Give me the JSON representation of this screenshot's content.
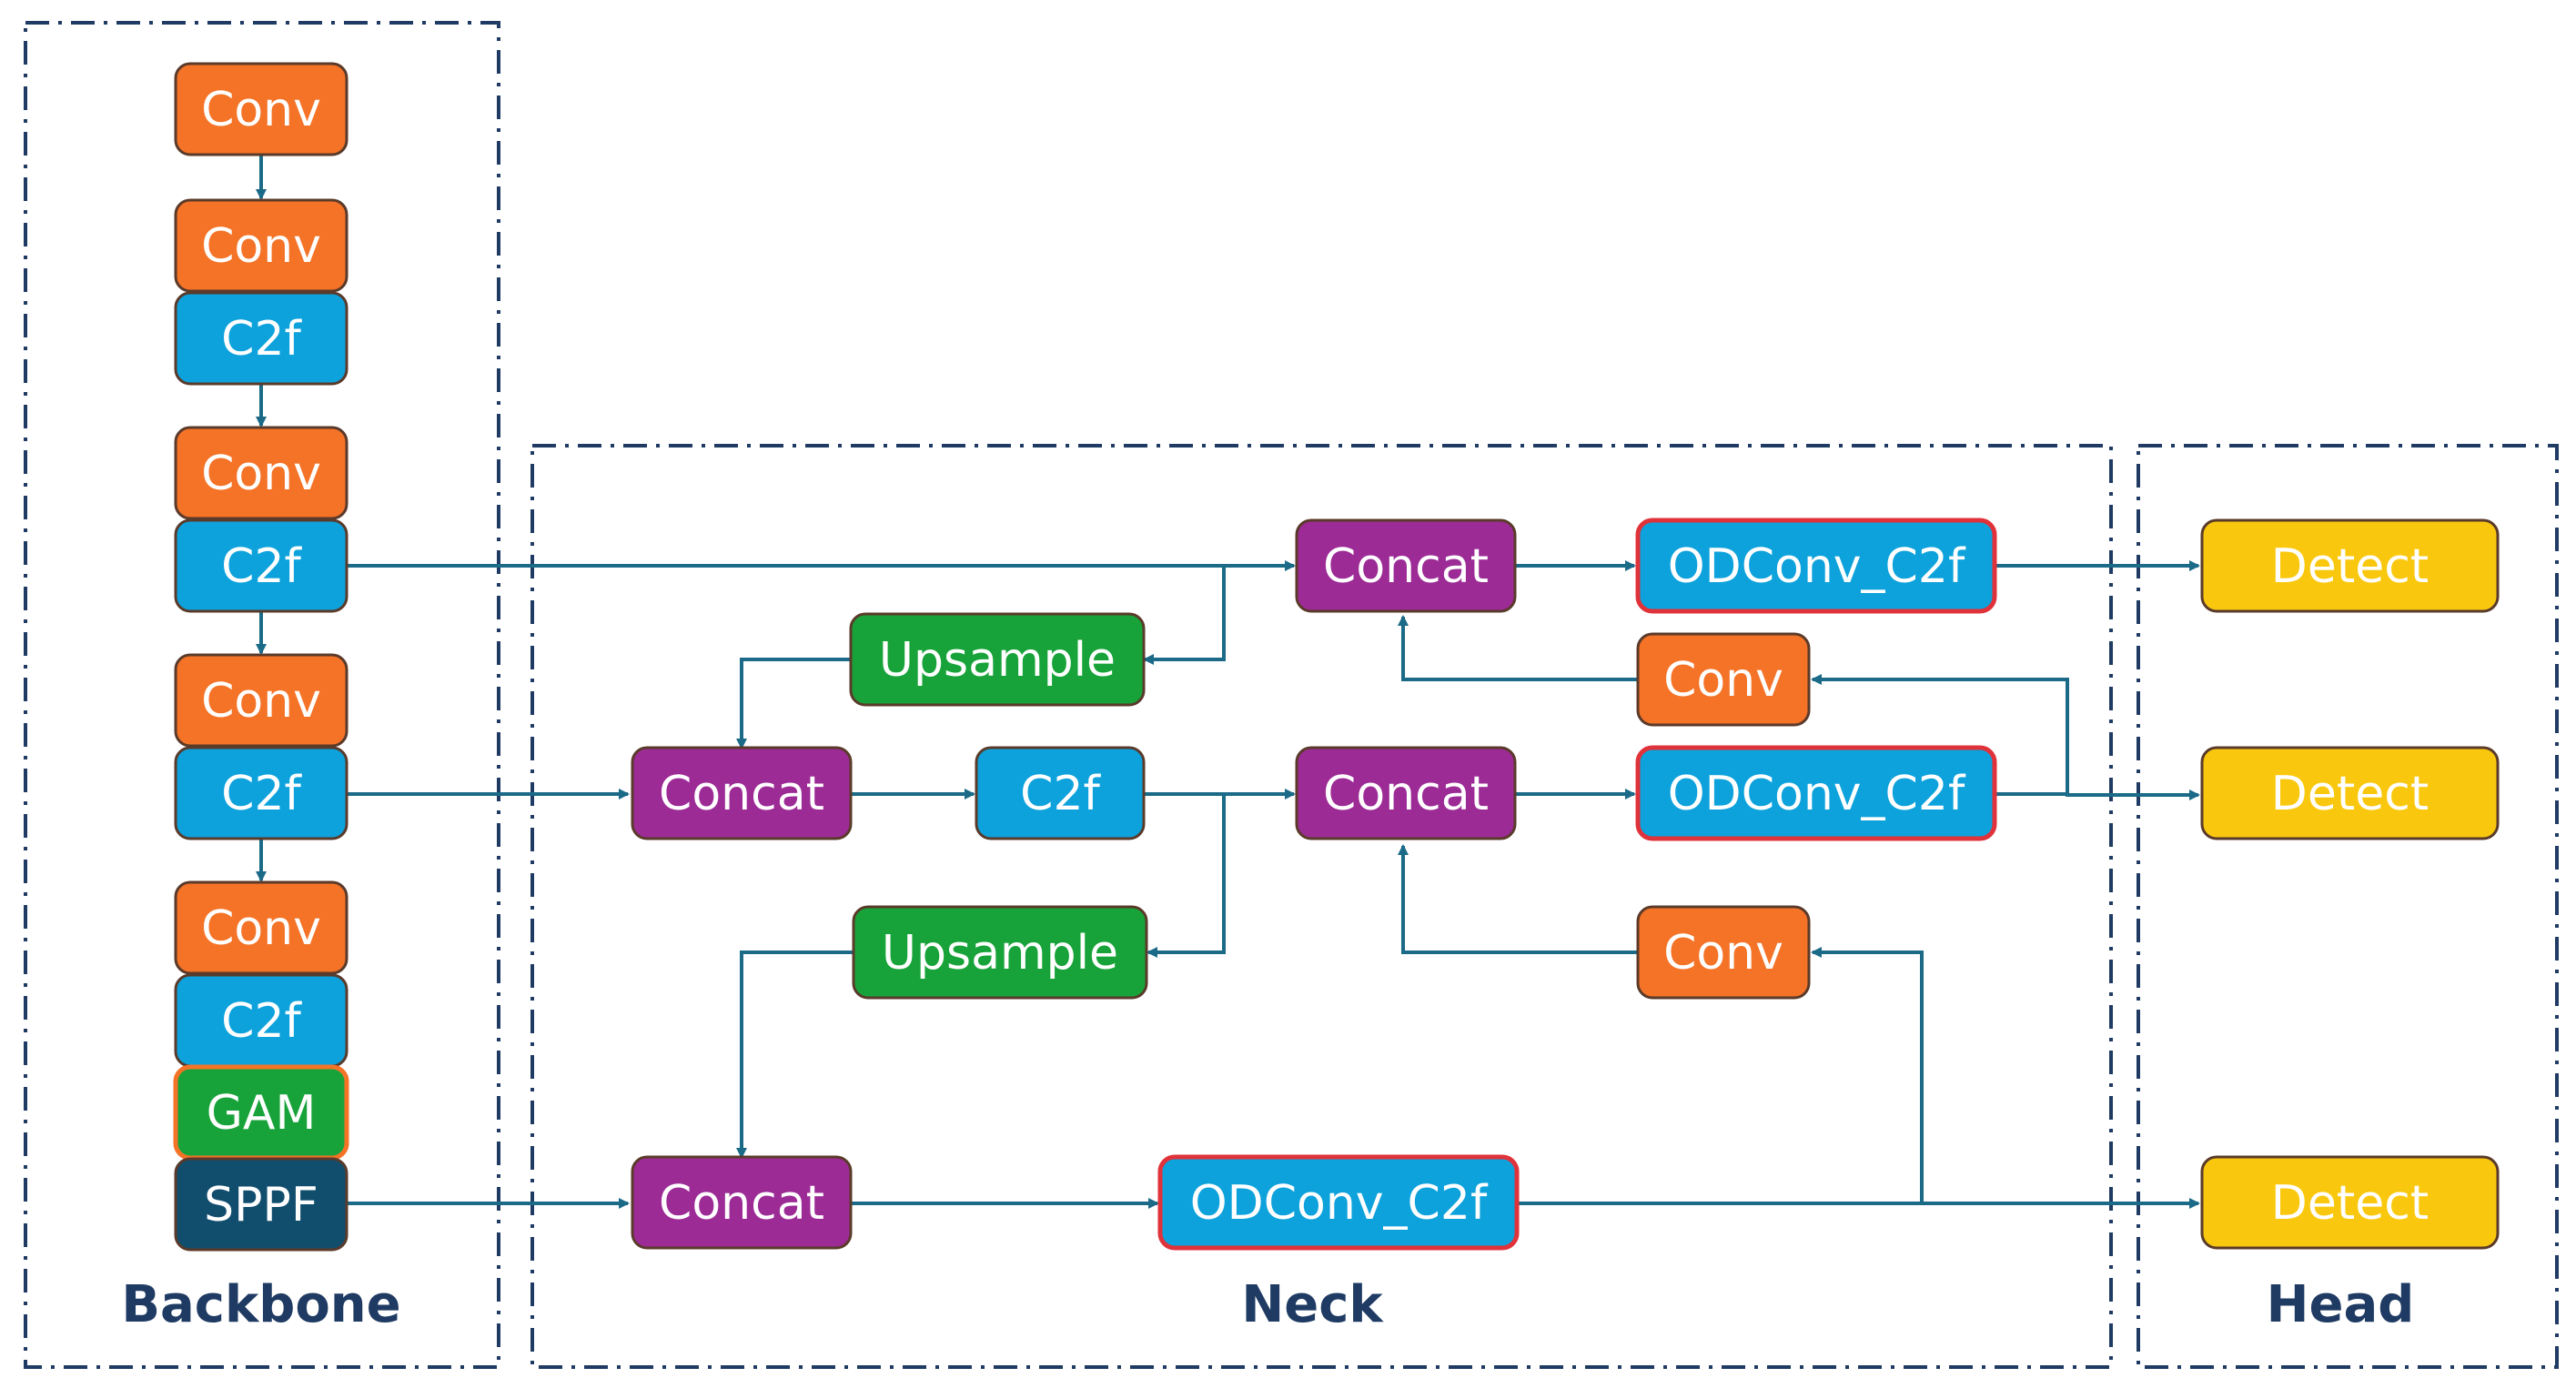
{
  "colors": {
    "conv": "#f47327",
    "c2f": "#0da2dc",
    "concat": "#9c2b96",
    "upsample": "#18a33a",
    "gam": "#18a33a",
    "sppf": "#114e6e",
    "detect": "#f9c80e",
    "arrow": "#1b6a87",
    "border_dark": "#5a3a2a",
    "border_red": "#e0323a",
    "label": "#1f3b63"
  },
  "regions": {
    "backbone": "Backbone",
    "neck": "Neck",
    "head": "Head"
  },
  "backbone": {
    "conv1": "Conv",
    "conv2": "Conv",
    "c2f1": "C2f",
    "conv3": "Conv",
    "c2f2": "C2f",
    "conv4": "Conv",
    "c2f3": "C2f",
    "conv5": "Conv",
    "c2f4": "C2f",
    "gam": "GAM",
    "sppf": "SPPF"
  },
  "neck": {
    "concat_top": "Concat",
    "odconv_top": "ODConv_C2f",
    "upsample1": "Upsample",
    "conv_top": "Conv",
    "concat_mid_left": "Concat",
    "c2f_mid": "C2f",
    "concat_mid": "Concat",
    "odconv_mid": "ODConv_C2f",
    "upsample2": "Upsample",
    "conv_bot": "Conv",
    "concat_bot": "Concat",
    "odconv_bot": "ODConv_C2f"
  },
  "head": {
    "detect1": "Detect",
    "detect2": "Detect",
    "detect3": "Detect"
  }
}
